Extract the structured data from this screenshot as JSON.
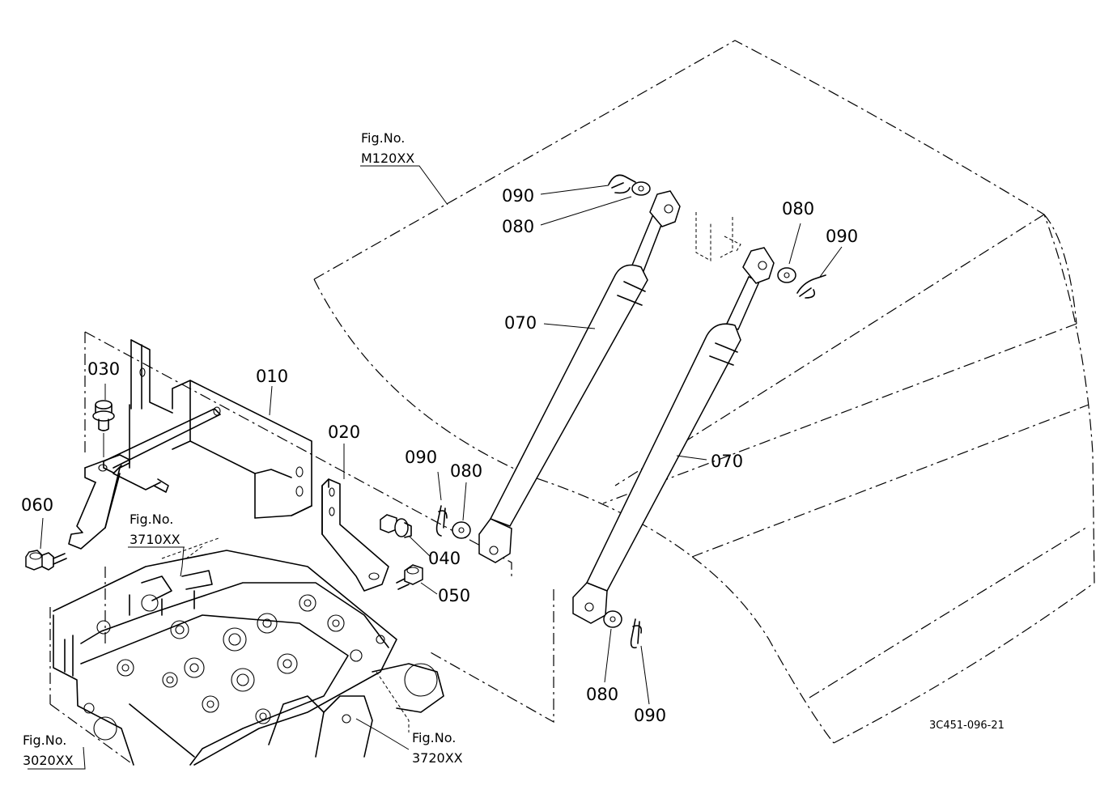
{
  "figure_refs": [
    {
      "id": "ref-m120",
      "line1": "Fig.No.",
      "line2": "M120XX"
    },
    {
      "id": "ref-3710",
      "line1": "Fig.No.",
      "line2": "3710XX"
    },
    {
      "id": "ref-3020",
      "line1": "Fig.No.",
      "line2": "3020XX"
    },
    {
      "id": "ref-3720",
      "line1": "Fig.No.",
      "line2": "3720XX"
    }
  ],
  "part_labels": {
    "p010": "010",
    "p020": "020",
    "p030": "030",
    "p040": "040",
    "p050": "050",
    "p060": "060",
    "p070a": "070",
    "p070b": "070",
    "p080a": "080",
    "p080b": "080",
    "p080c": "080",
    "p080d": "080",
    "p090a": "090",
    "p090b": "090",
    "p090c": "090",
    "p090d": "090"
  },
  "drawing_code": "3C451-096-21"
}
